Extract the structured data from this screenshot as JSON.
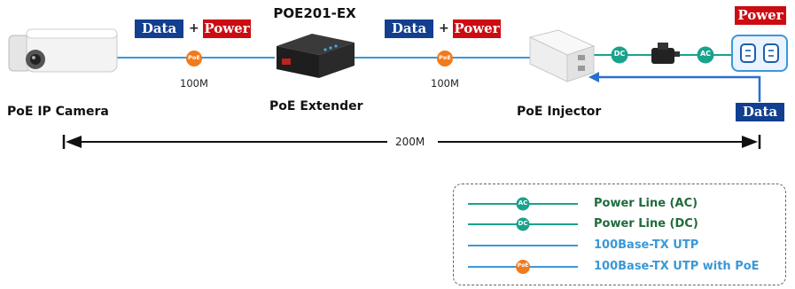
{
  "title": "POE201-EX",
  "segments": [
    {
      "data_label": "Data",
      "plus": "+",
      "power_label": "Power",
      "distance": "100M"
    },
    {
      "data_label": "Data",
      "plus": "+",
      "power_label": "Power",
      "distance": "100M"
    }
  ],
  "devices": {
    "camera": "PoE IP Camera",
    "extender": "PoE Extender",
    "injector": "PoE Injector"
  },
  "outlet_power_label": "Power",
  "switch_data_label": "Data",
  "total_distance": "200M",
  "badges": {
    "poe": "PoE",
    "dc": "DC",
    "ac": "AC"
  },
  "legend": [
    {
      "badge": "AC",
      "label": "Power Line (AC)",
      "line_color": "#1aa28c",
      "text_color": "#1f6b3c"
    },
    {
      "badge": "DC",
      "label": "Power Line (DC)",
      "line_color": "#1aa28c",
      "text_color": "#1f6b3c"
    },
    {
      "badge": "",
      "label": "100Base-TX UTP",
      "line_color": "#3a98d8",
      "text_color": "#3a98d8"
    },
    {
      "badge": "PoE",
      "label": "100Base-TX UTP with PoE",
      "line_color": "#3a98d8",
      "text_color": "#3a98d8"
    }
  ],
  "colors": {
    "data": "#123f8f",
    "power": "#cc0c12",
    "utp": "#3a98d8",
    "dc_ac": "#1aa28c",
    "poe_badge": "#f07a1c"
  }
}
